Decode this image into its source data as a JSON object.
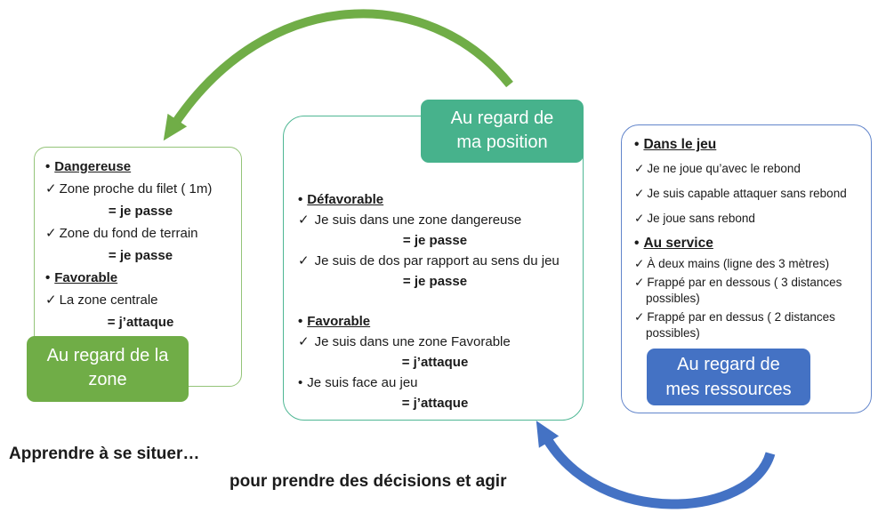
{
  "glyphs": {
    "bullet": "•",
    "check": "✓"
  },
  "colors": {
    "green": "#70ad47",
    "teal": "#47b28c",
    "blue": "#4472c4"
  },
  "labels": {
    "zone": {
      "line1": "Au regard de la",
      "line2": "zone"
    },
    "position": {
      "line1": "Au regard de",
      "line2": "ma position"
    },
    "ressources": {
      "line1": "Au regard de",
      "line2": "mes ressources"
    }
  },
  "boxes": {
    "zone": {
      "lines": [
        {
          "type": "heading",
          "text": "Dangereuse"
        },
        {
          "type": "check",
          "text": "Zone proche du filet ( 1m)"
        },
        {
          "type": "result",
          "text": "= je passe"
        },
        {
          "type": "check",
          "text": "Zone du fond de terrain"
        },
        {
          "type": "result",
          "text": "= je passe"
        },
        {
          "type": "heading",
          "text": "Favorable"
        },
        {
          "type": "check",
          "text": "La zone centrale"
        },
        {
          "type": "result",
          "text": "= j’attaque"
        }
      ]
    },
    "position": {
      "lines": [
        {
          "type": "heading",
          "text": "Défavorable"
        },
        {
          "type": "check",
          "text": "Je suis dans une zone dangereuse"
        },
        {
          "type": "result",
          "text": "= je passe"
        },
        {
          "type": "check",
          "text": "Je suis de dos par rapport au sens du jeu"
        },
        {
          "type": "result",
          "text": "= je passe"
        },
        {
          "type": "heading",
          "text": "Favorable"
        },
        {
          "type": "check",
          "text": "Je suis dans une zone Favorable"
        },
        {
          "type": "result",
          "text": "= j’attaque"
        },
        {
          "type": "bullet",
          "text": "Je suis face au jeu"
        },
        {
          "type": "result",
          "text": "= j’attaque"
        }
      ]
    },
    "ressources": {
      "lines": [
        {
          "type": "heading",
          "text": "Dans le jeu"
        },
        {
          "type": "check",
          "text": "Je ne joue qu’avec le rebond"
        },
        {
          "type": "check",
          "text": "Je suis capable attaquer sans rebond"
        },
        {
          "type": "check",
          "text": "Je joue sans rebond"
        },
        {
          "type": "heading",
          "text": "Au service"
        },
        {
          "type": "check",
          "text": "À deux mains (ligne des 3 mètres)"
        },
        {
          "type": "check",
          "text": "Frappé par en dessous ( 3 distances possibles)"
        },
        {
          "type": "check",
          "text": "Frappé par en dessus ( 2 distances possibles)"
        }
      ]
    }
  },
  "caption": {
    "line1": "Apprendre à se situer…",
    "line2": "pour prendre des décisions et agir"
  }
}
